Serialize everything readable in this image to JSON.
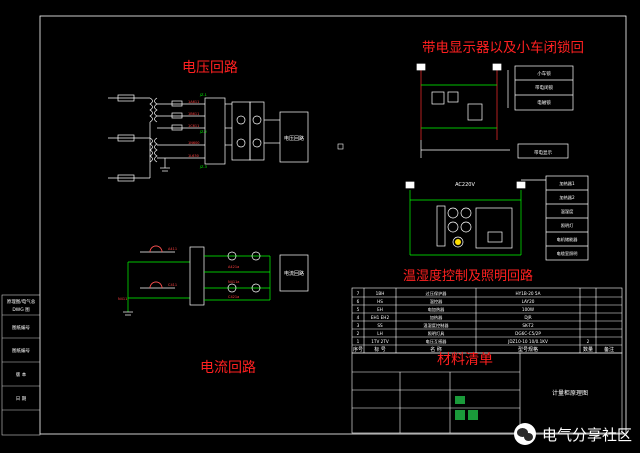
{
  "sections": {
    "voltage_title": "电压回路",
    "display_title": "带电显示器以及小车闭锁回",
    "current_title": "电流回路",
    "humidity_title": "温湿度控制及照明回路",
    "materials_title": "材料清单"
  },
  "boxes": {
    "voltage_meter": "电压回路",
    "current_meter": "电流回路",
    "display_box": "带电显示",
    "ac_label": "AC220V",
    "panel_name": "计量柜原理图"
  },
  "display_labels": [
    "小车锁",
    "带电闭锁",
    "电磁锁"
  ],
  "humidity_labels": [
    "加热器1",
    "加热器2",
    "温湿度",
    "照明灯",
    "电机储能器",
    "电缆室照明"
  ],
  "left_stamp": [
    "原理图/电气总",
    "DWG 图",
    "图纸编号",
    "图纸编号",
    "版 本",
    "日 期"
  ],
  "bom": {
    "header": [
      "序号",
      "标  号",
      "名  称",
      "型号规格",
      "数量",
      "备注"
    ],
    "rows": [
      [
        "7",
        "1BH",
        "过压保护器",
        "HY1B-20 5A",
        "",
        ""
      ],
      [
        "6",
        "HS",
        "温控器",
        "LAY20",
        "",
        ""
      ],
      [
        "5",
        "EH",
        "电加热器",
        "100W",
        "",
        ""
      ],
      [
        "4",
        "EH1 EH2",
        "加热器",
        "DJR",
        "",
        ""
      ],
      [
        "3",
        "SS",
        "温湿度控制器",
        "SK-T2",
        "",
        ""
      ],
      [
        "2",
        "LH",
        "照明灯具",
        "DG6C-C5/2P",
        "",
        ""
      ],
      [
        "1",
        "1TV 2TV",
        "电压互感器",
        "JDZ10-10 10/0.1KV",
        "2",
        ""
      ]
    ]
  },
  "watermark": "电气分享社区",
  "colors": {
    "title": "#ff2020",
    "wire": "#ffffff",
    "green": "#00ff00",
    "red": "#ff3030",
    "frame": "#ffffff"
  }
}
